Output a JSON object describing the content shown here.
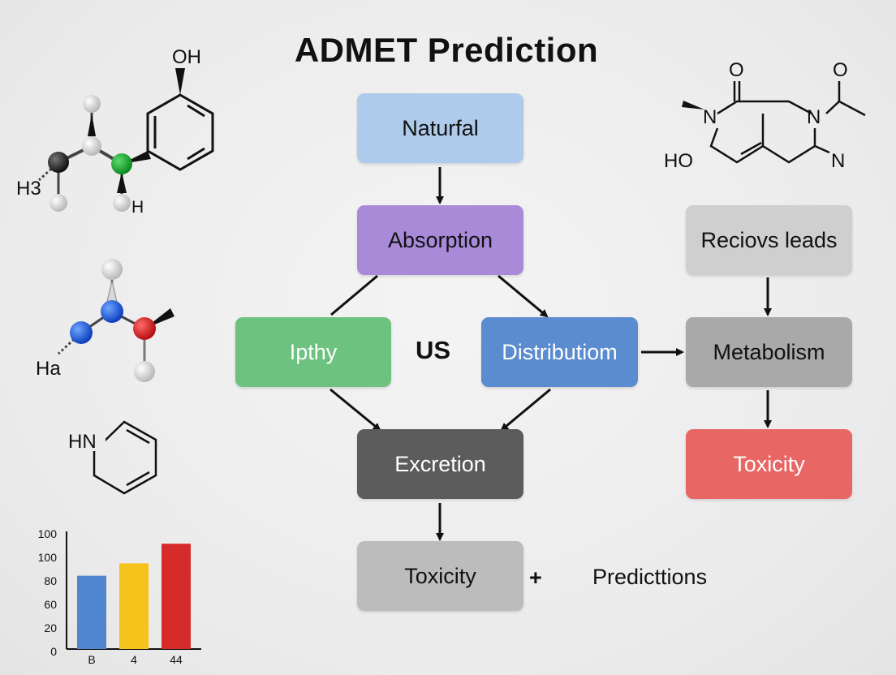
{
  "title": "ADMET Prediction",
  "colors": {
    "natural": "#aecbec",
    "absorption": "#a98ad9",
    "ipthy": "#6cc27e",
    "distribution": "#5b8ccf",
    "excretion": "#5c5c5c",
    "toxicity_bottom": "#bcbcbc",
    "precious_leads": "#cfcfcf",
    "metabolism": "#a9a9a9",
    "toxicity_right": "#e86663"
  },
  "flow": {
    "natural": "Naturfal",
    "absorption": "Absorption",
    "ipthy": "Ipthy",
    "vs": "US",
    "distribution": "Distributiom",
    "excretion": "Excretion",
    "toxicity_bottom": "Toxicity",
    "plus": "+",
    "predictions": "Predicttions",
    "precious_leads": "Reciovs leads",
    "metabolism": "Metabolism",
    "toxicity_right": "Toxicity"
  },
  "molecules": {
    "top_left": {
      "oh": "OH",
      "h3": "H3",
      "h": "H"
    },
    "mid_left": {
      "ha": "Ha"
    },
    "ring": {
      "hn": "HN"
    },
    "top_right": {
      "o1": "O",
      "o2": "O",
      "n1": "N",
      "n2": "N",
      "ho": "HO",
      "n3": "N"
    }
  },
  "chart_data": {
    "type": "bar",
    "categories": [
      "B",
      "4",
      "44"
    ],
    "values": [
      71,
      83,
      102
    ],
    "colors": [
      "#4f86cf",
      "#f6c21c",
      "#d62b2b"
    ],
    "y_tick_labels": [
      "0",
      "20",
      "60",
      "80",
      "100",
      "100"
    ],
    "ylim": [
      0,
      110
    ],
    "grid": false
  }
}
